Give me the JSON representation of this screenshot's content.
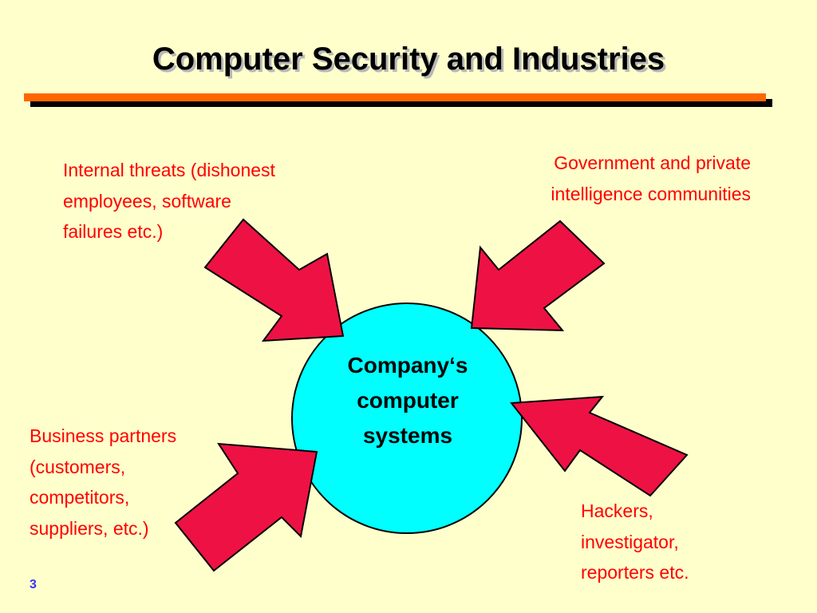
{
  "title": "Computer Security and Industries",
  "center_label": [
    "Company‘s",
    "computer",
    "systems"
  ],
  "sources": {
    "internal": [
      "Internal threats (dishonest",
      "employees, software",
      "failures etc.)"
    ],
    "government": [
      "Government and private",
      "intelligence communities"
    ],
    "business": [
      "Business partners",
      "(customers,",
      "competitors,",
      "suppliers, etc.)"
    ],
    "hackers": [
      "Hackers,",
      "investigator,",
      "reporters etc."
    ]
  },
  "page_number": "3",
  "colors": {
    "background": "#ffffcc",
    "title_rule": "#ff6600",
    "arrow": "#ee1144",
    "circle": "#00ffff",
    "label_text": "#ff0000",
    "page_number": "#3333ff"
  }
}
